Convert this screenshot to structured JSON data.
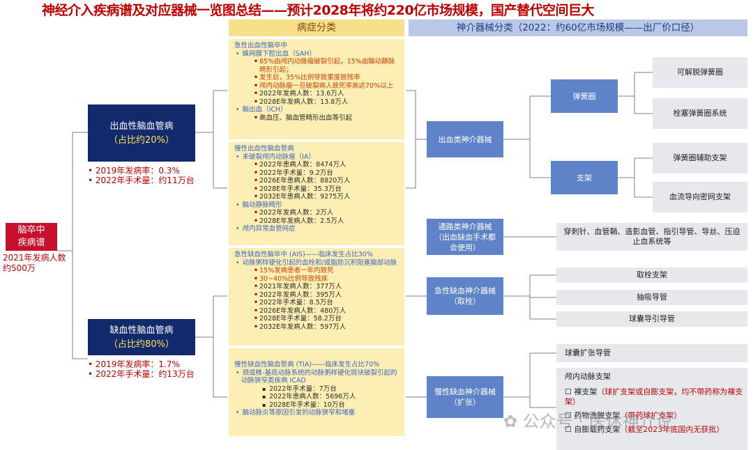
{
  "title": "神经介入疾病谱及对应器械一览图总结——预计2028年将约220亿市场规模，国产替代空间巨大",
  "headers": {
    "disease": "病症分类",
    "device": "神介器械分类（2022：约60亿市场规模——出厂价口径）"
  },
  "root": {
    "label_line1": "脑卒中",
    "label_line2": "疾病谱",
    "stat": "2021年发病人数约500万"
  },
  "hemorrhagic": {
    "title": "出血性脑血管病",
    "share": "（占比约20%）",
    "stats": [
      "• 2019年发病率：0.3%",
      "• 2022年手术量：约11万台"
    ]
  },
  "ischemic": {
    "title": "缺血性脑血管病",
    "share": "（占比约80%）",
    "stats": [
      "• 2019年发病率：1.7%",
      "• 2022年手术量：约13万台"
    ]
  },
  "panels": {
    "acute_hem": {
      "heading": "急性出血性脑卒中",
      "sah": "蛛网膜下腔出血（SAH）",
      "sah_items": [
        "85%由颅内动脉瘤破裂引起，15%由脑动静脉畸形引起；",
        "发生后，35%比例导致重度致残率",
        "颅内动脉瘤一旦破裂病人致死率高达70%以上",
        "2022年发病人数：13.6万人",
        "2028E年发病人数：13.8万人"
      ],
      "ich": "脑出血（ICH）",
      "ich_items": [
        "高血压、脑血管畸形出血等引起"
      ]
    },
    "chronic_hem": {
      "heading": "慢性出血性脑血管病",
      "ia": "未破裂颅内动脉瘤（IA）",
      "ia_items": [
        "2022年患病人数：8474万人",
        "2022年手术量：9.2万台",
        "2026E年患病人数：8820万人",
        "2028E年手术量：35.3万台",
        "2032E年患病人数：9275万人"
      ],
      "avm": "脑动静脉畸形",
      "avm_items": [
        "2022年发病人数：2万人",
        "2028E年发病人数：2.5万人"
      ],
      "other": "颅内异常血管网症"
    },
    "acute_isc": {
      "heading": "急性缺血性脑卒中 (AIS)——临床发生占比30%",
      "cause": "动脉粥样硬化引起的血栓和/或脂肪沉积阻塞脑部动脉",
      "items_red": [
        "15%发病患者一年内致死",
        "30~40%比例导致残疾"
      ],
      "items": [
        "2021年发病人数：377万人",
        "2022年发病人数：395万人",
        "2022年手术量：8.5万台",
        "2026E年发病人数：480万人",
        "2028E年手术量：58.2万台",
        "2032E年发病人数：597万人"
      ]
    },
    "chronic_isc": {
      "heading": "慢性缺血性脑血管病 (TIA)——临床发生占比70%",
      "cause": "颈或椎-基底动脉系统的动脉粥样硬化斑块破裂引起的动脉狭窄类疾病 ICAD",
      "items": [
        "2022年手术量：7万台",
        "2022年患病人数：5696万人",
        "2028E年手术量：10万台"
      ],
      "other": "脑动脉炎等原因引发的动脉狭窄和堵塞"
    }
  },
  "device_categories": {
    "hemorrhagic": "出血类神介器械",
    "access": "通路类神介器械（出血缺血手术都会使用）",
    "acute_isc": "急性缺血神介器械（取栓）",
    "chronic_isc": "慢性缺血神介器械（扩张）"
  },
  "sub": {
    "coil": "弹簧圈",
    "stent": "支架"
  },
  "leaves": {
    "detachable_coil": "可解脱弹簧圈",
    "embolic_coil": "栓塞弹簧圈系统",
    "coil_assist_stent": "弹簧圈辅助支架",
    "flow_diverter": "血流导向密网支架",
    "access_devices": "穿刺针、血管鞘、造影血管、指引导管、导丝、压迫止血系统等",
    "retrieval_stent": "取栓支架",
    "aspiration": "抽吸导管",
    "balloon_guide": "球囊导引导管",
    "balloon_dilation": "球囊扩张导管",
    "intracranial_stent": "颅内动脉支架"
  },
  "stent_types": [
    {
      "name": "裸支架",
      "note": "（球扩支架或自膨支架，均不带药称为裸支架）"
    },
    {
      "name": "药物洗脱支架",
      "note": "（带药球扩支架）"
    },
    {
      "name": "自膨载药支架",
      "note": "（截至2023年底国内无获批）"
    }
  ],
  "watermark": "公众号 · 医休神介说",
  "colors": {
    "title_red": "#c00000",
    "navy": "#122a6b",
    "yellow": "#fdefb4",
    "blue": "#5e83c8",
    "grey": "#e6e8ec"
  }
}
